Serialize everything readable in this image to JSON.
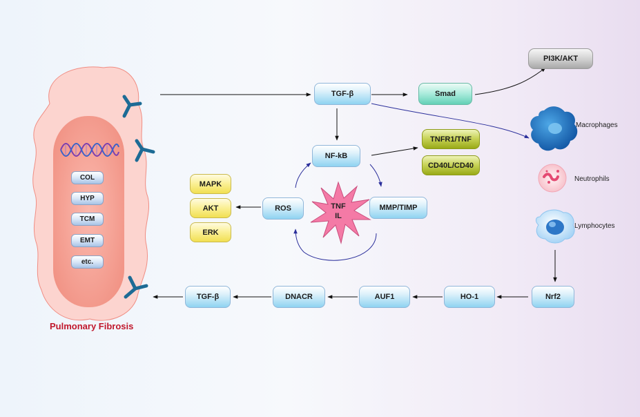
{
  "title": "Pulmonary Fibrosis",
  "cell_markers": [
    "COL",
    "HYP",
    "TCM",
    "EMT",
    "etc."
  ],
  "nodes": {
    "tgf_top": "TGF-β",
    "smad": "Smad",
    "pi3k": "PI3K/AKT",
    "nfkb": "NF-kB",
    "tnfr1": "TNFR1/TNF",
    "cd40": "CD40L/CD40",
    "mmp": "MMP/TIMP",
    "ros": "ROS",
    "mapk": "MAPK",
    "akt": "AKT",
    "erk": "ERK",
    "nrf2": "Nrf2",
    "ho1": "HO-1",
    "auf1": "AUF1",
    "dnacr": "DNACR",
    "tgf_bottom": "TGF-β"
  },
  "star": {
    "line1": "TNF",
    "line2": "IL"
  },
  "immune_cells": [
    "Macrophages",
    "Neutrophils",
    "Lymphocytes"
  ],
  "colors": {
    "title": "#c0182c",
    "cell_outer": "#fbd3ce",
    "cell_inner": "#f5a79c",
    "receptor": "#1d6b95",
    "star": "#f47aa6",
    "curve_arrows": "#2b2f9b",
    "blue_node": "#8fd3f1",
    "yellow_node": "#f1df52",
    "olive_node": "#99aa17",
    "green_node": "#63d0b6",
    "grey_node": "#a8a8a8"
  }
}
